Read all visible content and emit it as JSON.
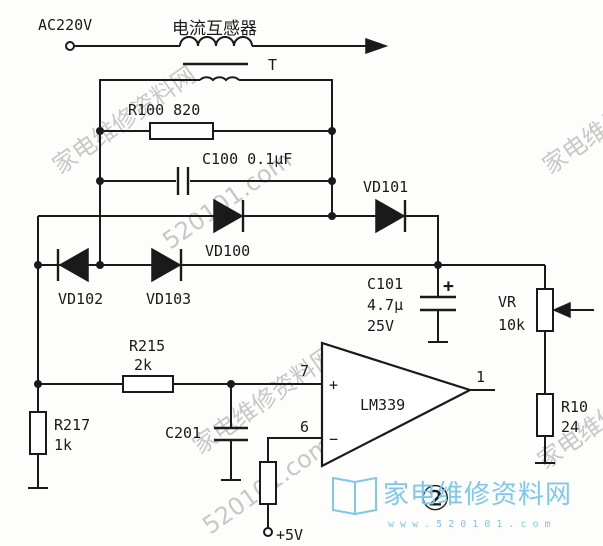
{
  "source": "AC220V",
  "sensor_title": "电流互感器",
  "transformer": "T",
  "components": {
    "r100": "R100 820",
    "c100": "C100 0.1μF",
    "vd101": "VD101",
    "vd100": "VD100",
    "vd102": "VD102",
    "vd103": "VD103",
    "c101_name": "C101",
    "c101_value": "4.7μ",
    "c101_voltage": "25V",
    "vr_name": "VR",
    "vr_value": "10k",
    "r215_name": "R215",
    "r215_value": "2k",
    "c201": "C201",
    "r217_name": "R217",
    "r217_value": "1k",
    "r10_name": "R10",
    "r10_value": "24",
    "comparator": "LM339",
    "pin_plus": "+",
    "pin_minus": "−",
    "pin_7": "7",
    "pin_6": "6",
    "pin_1": "1",
    "supply": "+5V",
    "plus_mark": "+"
  },
  "figure_number": "②",
  "watermark": {
    "brand": "家电维修资料网",
    "site": "520101.com",
    "url": "w w w . 5 2 0 1 0 1 . c o m"
  }
}
